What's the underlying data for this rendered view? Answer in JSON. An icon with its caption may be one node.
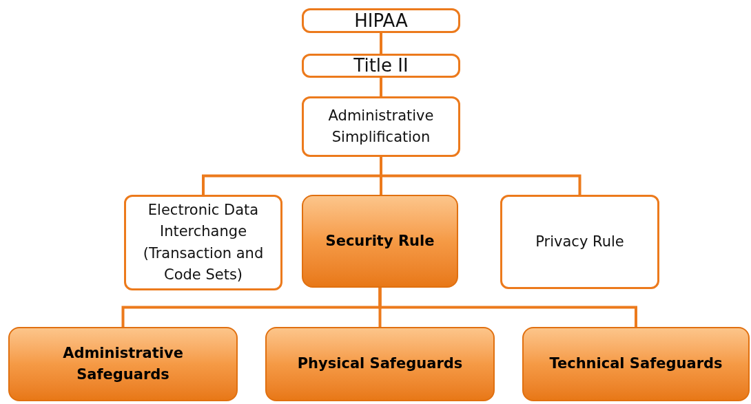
{
  "diagram": {
    "nodes": [
      {
        "text": [
          "HIPAA"
        ]
      },
      {
        "text": [
          "Title II"
        ]
      },
      {
        "text": [
          "Administrative Simplification"
        ]
      },
      {
        "text": [
          "Electronic Data Interchange (Transaction and Code Sets)"
        ]
      },
      {
        "text": [
          "Security Rule"
        ]
      },
      {
        "text": [
          "Privacy Rule"
        ]
      },
      {
        "text": [
          "Administrative Safeguards"
        ]
      },
      {
        "text": [
          "Physical Safeguards"
        ]
      },
      {
        "text": [
          "Technical Safeguards"
        ]
      }
    ],
    "edges": [
      {
        "from": 0,
        "to": 1,
        "arrow": "none"
      },
      {
        "from": 1,
        "to": 2,
        "arrow": "none"
      },
      {
        "from": 2,
        "to": 3,
        "arrow": "none"
      },
      {
        "from": 2,
        "to": 4,
        "arrow": "none"
      },
      {
        "from": 2,
        "to": 5,
        "arrow": "none"
      },
      {
        "from": 4,
        "to": 6,
        "arrow": "none"
      },
      {
        "from": 4,
        "to": 7,
        "arrow": "none"
      },
      {
        "from": 4,
        "to": 8,
        "arrow": "none"
      }
    ]
  }
}
